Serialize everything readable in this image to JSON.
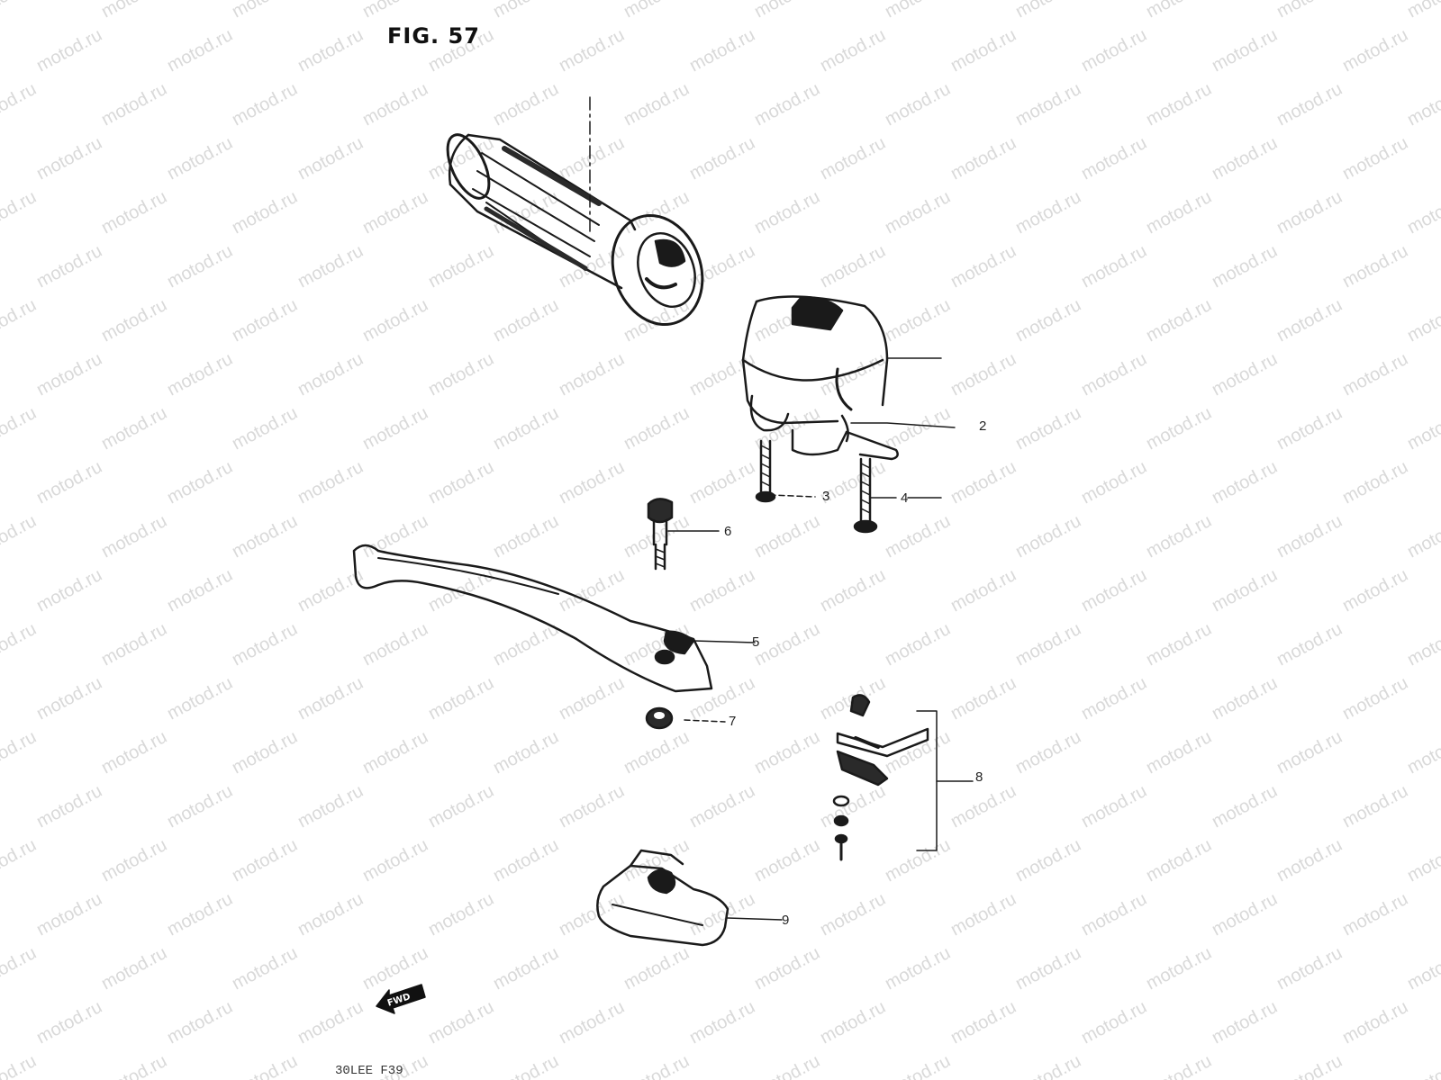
{
  "figure": {
    "title": "FIG. 57",
    "footer_code": "30LEE F39",
    "fwd_label": "FWD",
    "watermark": "motod.ru",
    "ink_color": "#1a1a1a",
    "watermark_color": "#d9d9d9"
  },
  "callouts": [
    {
      "label": "2"
    },
    {
      "label": "3"
    },
    {
      "label": "4"
    },
    {
      "label": "5"
    },
    {
      "label": "6"
    },
    {
      "label": "7"
    },
    {
      "label": "8"
    },
    {
      "label": "9"
    }
  ],
  "parts": [
    {
      "icon": "throttle-grip-icon"
    },
    {
      "icon": "switch-housing-icon"
    },
    {
      "icon": "screw-icon"
    },
    {
      "icon": "screw-icon"
    },
    {
      "icon": "brake-lever-icon"
    },
    {
      "icon": "bolt-icon"
    },
    {
      "icon": "nut-icon"
    },
    {
      "icon": "brake-switch-icon"
    },
    {
      "icon": "lever-cover-icon"
    }
  ]
}
